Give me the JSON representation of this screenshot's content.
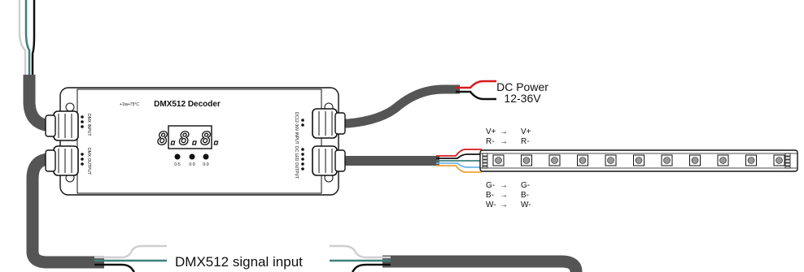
{
  "decoder": {
    "title": "DMX512 Decoder",
    "temperature": "+1ta+75°C",
    "display": "8.8.8.",
    "dial_labels": [
      "0-5",
      "0-9",
      "0-9"
    ],
    "port_labels": {
      "dmx_input": "DMX INPUT",
      "dmx_output": "DMX OUTPUT",
      "dc_input": "DC12-36V INPUT",
      "led_output": "DC LED OUTPUT"
    }
  },
  "power": {
    "label": "DC Power",
    "voltage": "12-36V"
  },
  "pin_map_top": [
    {
      "from": "V+",
      "to": "V+"
    },
    {
      "from": "R-",
      "to": "R-"
    }
  ],
  "pin_map_bottom": [
    {
      "from": "G-",
      "to": "G-"
    },
    {
      "from": "B-",
      "to": "B-"
    },
    {
      "from": "W-",
      "to": "W-"
    }
  ],
  "signal_label": "DMX512 signal input",
  "arrow_glyph": "→",
  "colors": {
    "cable": "#555555",
    "wire_red": "#d8191c",
    "wire_teal": "#3f7f7a",
    "wire_orange": "#f0a030",
    "wire_grey": "#c8c8c8"
  }
}
